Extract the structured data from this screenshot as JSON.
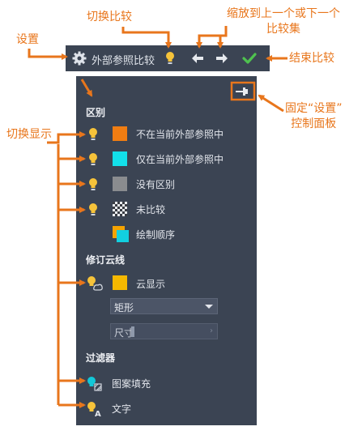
{
  "callouts": {
    "toggle_compare": "切换比较",
    "zoom_prev_next": [
      "缩放到上一个或下一个",
      "比较集"
    ],
    "settings": "设置",
    "end_compare": "结束比较",
    "pin_settings": [
      "固定“设置”",
      "控制面板"
    ],
    "toggle_display": "切换显示"
  },
  "toolbar": {
    "title": "外部参照比较",
    "icons": [
      "gear-icon",
      "lightbulb-icon",
      "arrow-left-icon",
      "arrow-right-icon",
      "checkmark-icon"
    ]
  },
  "panel": {
    "sections": {
      "differences": "区别",
      "revcloud": "修订云线",
      "filters": "过滤器"
    },
    "difference_rows": [
      {
        "label": "不在当前外部参照中",
        "color": "#f07d12"
      },
      {
        "label": "仅在当前外部参照中",
        "color": "#12e0ea"
      },
      {
        "label": "没有区别",
        "color": "#8a8c8f"
      },
      {
        "label": "未比较",
        "color": "checker"
      },
      {
        "label": "绘制顺序",
        "color": "stacked"
      }
    ],
    "revcloud": {
      "label": "云显示",
      "color": "#f5b800",
      "shape_value": "矩形",
      "size_label": "尺寸"
    },
    "filters": [
      {
        "label": "图案填充"
      },
      {
        "label": "文字"
      }
    ]
  },
  "colors": {
    "accent": "#e8761c",
    "panel_bg": "#3b4453",
    "bulb": "#f6c33a",
    "check": "#4fc24f"
  }
}
